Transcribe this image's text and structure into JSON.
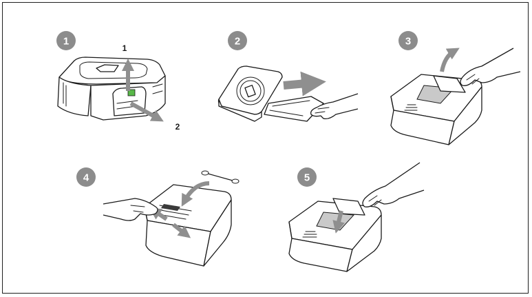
{
  "steps": [
    {
      "number": "1",
      "callouts": [
        "1",
        "2"
      ]
    },
    {
      "number": "2"
    },
    {
      "number": "3"
    },
    {
      "number": "4"
    },
    {
      "number": "5"
    }
  ],
  "colors": {
    "badge": "#8c8c8c",
    "arrow": "#8f8f8f",
    "highlight": "#58b848",
    "border": "#1e1e1e"
  },
  "icons": [
    "printer-icon",
    "paper-tray-icon",
    "hand-icon",
    "cleaning-swab-icon",
    "arrow-icon"
  ]
}
